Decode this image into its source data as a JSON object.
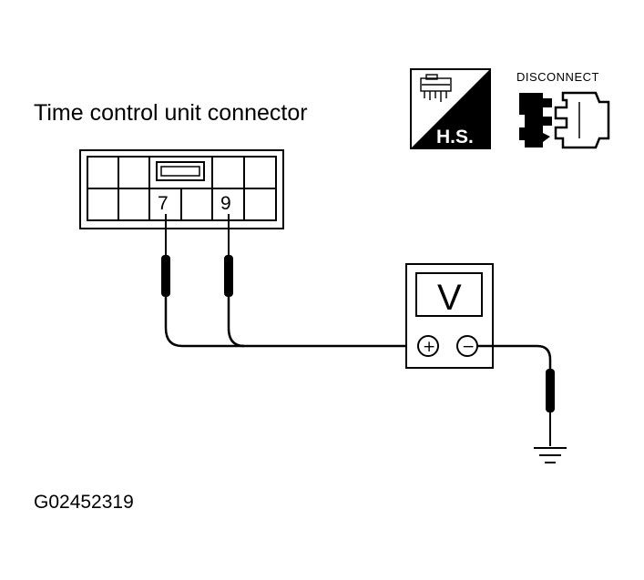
{
  "title": "Time control unit connector",
  "connector": {
    "pins": [
      "7",
      "9"
    ]
  },
  "icons": {
    "harness_side_label": "H.S.",
    "disconnect_label": "DISCONNECT"
  },
  "meter": {
    "display": "V",
    "positive_symbol": "+",
    "negative_symbol": "−"
  },
  "figure_code": "G02452319"
}
